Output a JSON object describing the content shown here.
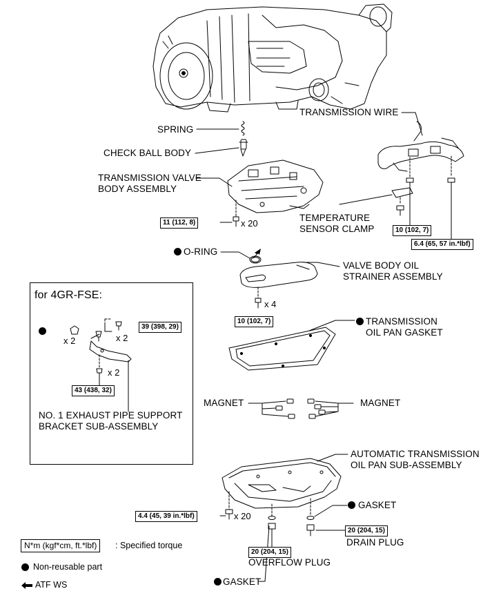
{
  "labels": {
    "spring": "SPRING",
    "check_ball_body": "CHECK BALL BODY",
    "transmission_valve_body": "TRANSMISSION VALVE\nBODY ASSEMBLY",
    "transmission_wire": "TRANSMISSION WIRE",
    "temperature_sensor_clamp": "TEMPERATURE\nSENSOR CLAMP",
    "o_ring": "O-RING",
    "valve_body_oil_strainer": "VALVE BODY OIL\nSTRAINER ASSEMBLY",
    "transmission_oil_pan_gasket": "TRANSMISSION\nOIL PAN GASKET",
    "magnet_left": "MAGNET",
    "magnet_right": "MAGNET",
    "automatic_transmission_oil_pan": "AUTOMATIC TRANSMISSION\nOIL PAN SUB-ASSEMBLY",
    "gasket_drain": "GASKET",
    "drain_plug": "DRAIN PLUG",
    "overflow_plug": "OVERFLOW PLUG",
    "gasket_overflow": "GASKET"
  },
  "torques": {
    "valve_body": "11 (112, 8)",
    "wire_bolt_1": "10 (102, 7)",
    "wire_bolt_2": "6.4 (65, 57 in.*lbf)",
    "strainer": "10 (102, 7)",
    "oil_pan": "4.4 (45, 39 in.*lbf)",
    "drain_plug": "20 (204, 15)",
    "overflow_plug": "20 (204, 15)",
    "inset_top": "39 (398, 29)",
    "inset_bottom": "43 (438, 32)"
  },
  "multipliers": {
    "valve_body": "x 20",
    "strainer": "x 4",
    "oil_pan": "x 20",
    "inset_left": "x 2",
    "inset_right": "x 2",
    "inset_bottom": "x 2"
  },
  "inset": {
    "title": "for 4GR-FSE:",
    "bracket_label": "NO. 1 EXHAUST PIPE SUPPORT\nBRACKET SUB-ASSEMBLY"
  },
  "legend": {
    "torque_box": "N*m (kgf*cm, ft.*lbf)",
    "torque_text": ": Specified torque",
    "nonreusable_text": "Non-reusable part",
    "atf_text": "ATF WS"
  }
}
